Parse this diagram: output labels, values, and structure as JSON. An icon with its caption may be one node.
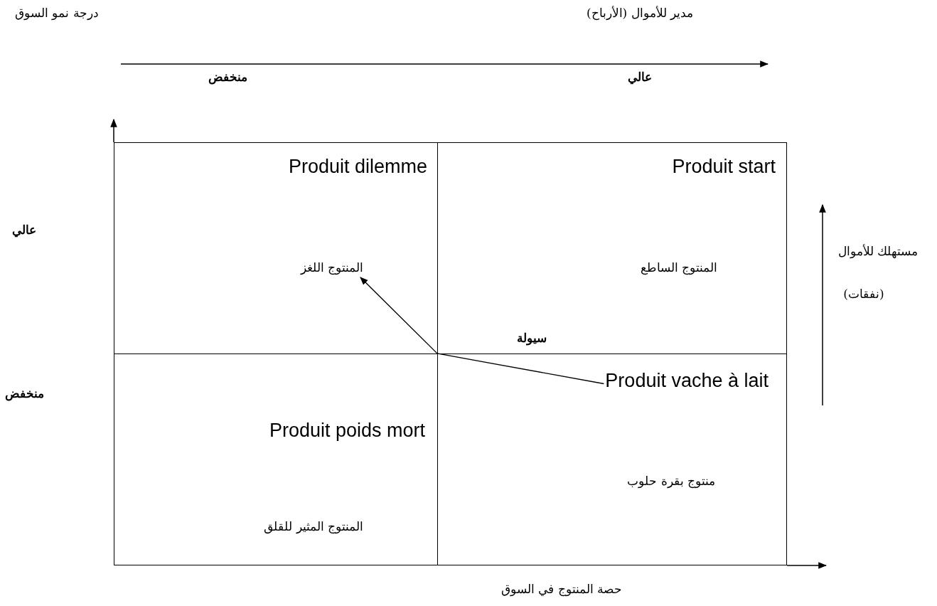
{
  "diagram": {
    "nodes": [
      {
        "text": [
          "Produit dilemme",
          "المنتوج اللغز"
        ]
      },
      {
        "text": [
          "Produit start",
          "المنتوج الساطع"
        ]
      },
      {
        "text": [
          "Produit poids mort",
          "المنتوج المثير للقلق"
        ]
      },
      {
        "text": [
          "Produit vache à lait",
          "منتوج بقرة حلوب"
        ]
      }
    ],
    "edges": [
      {
        "from": 3,
        "to": 0,
        "arrow": "to",
        "label": "سيولة"
      }
    ],
    "labels": [
      "مدير للأموال (الأرباح)",
      "درجة نمو السوق",
      "عالي",
      "منخفض",
      "عالي",
      "مستهلك للأموال",
      "(نفقات)",
      "منخفض",
      "حصة المنتوج في السوق"
    ]
  }
}
